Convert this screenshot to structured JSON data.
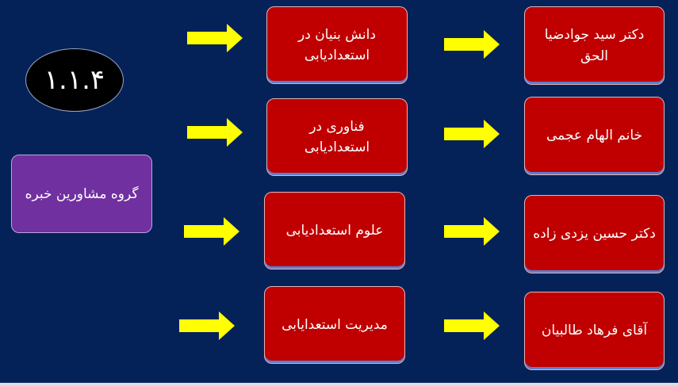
{
  "badge": {
    "label": "۱.۱.۴"
  },
  "group": {
    "label": "گروه مشاورین خبره"
  },
  "rows": [
    {
      "topic": "دانش بنیان در استعدادیابی",
      "person": "دکتر سید جوادضیا الحق"
    },
    {
      "topic": "فناوری در استعدادیابی",
      "person": "خانم الهام عجمی"
    },
    {
      "topic": "علوم استعدادیابی",
      "person": "دکتر حسین یزدی زاده"
    },
    {
      "topic": "مدیریت استعدایابی",
      "person": "آقای فرهاد طالبیان"
    }
  ],
  "colors": {
    "background": "#052258",
    "box": "#c00000",
    "group": "#7030a0",
    "badge": "#000000",
    "arrow": "#ffff00"
  }
}
